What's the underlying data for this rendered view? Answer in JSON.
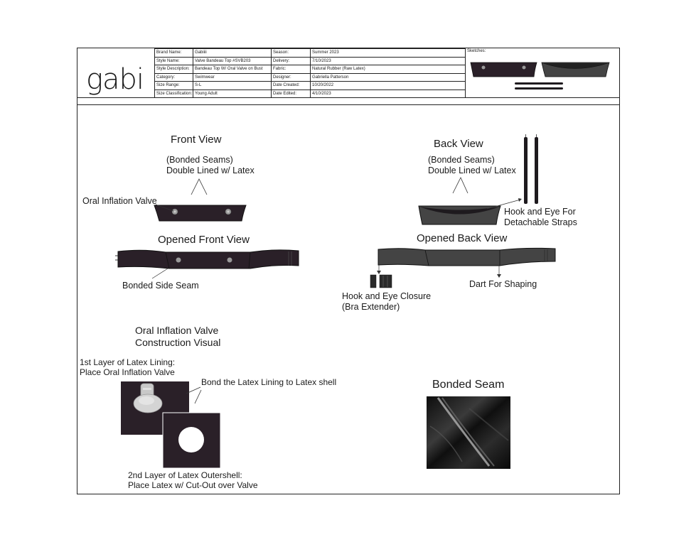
{
  "header": {
    "logo": "gabi",
    "sketches_label": "Sketches:",
    "spec_rows": [
      {
        "label1": "Brand Name:",
        "value1": "Gabiiii",
        "label2": "Season:",
        "value2": "Summer 2023"
      },
      {
        "label1": "Style Name:",
        "value1": "Valve Bandeau Top #SVB203",
        "label2": "Delivery:",
        "value2": "7/10/2023"
      },
      {
        "label1": "Style Description:",
        "value1": "Bandeau Top W/ Oral Valve on Bust",
        "label2": "Fabric:",
        "value2": "Natural Rubber (Raw Latex)"
      },
      {
        "label1": "Category:",
        "value1": "Swimwear",
        "label2": "Designer:",
        "value2": "Gabriella Patterson"
      },
      {
        "label1": "Size Range:",
        "value1": "S-L",
        "label2": "Date Created:",
        "value2": "10/20/2022"
      },
      {
        "label1": "Size Classification:",
        "value1": "Young Adult",
        "label2": "Date Edited:",
        "value2": "4/10/2023"
      }
    ]
  },
  "views": {
    "front_title": "Front View",
    "back_title": "Back View",
    "front_seams_line1": "(Bonded Seams)",
    "front_seams_line2": "Double Lined w/ Latex",
    "back_seams_line1": "(Bonded Seams)",
    "back_seams_line2": "Double Lined w/ Latex",
    "oral_inflation_valve": "Oral Inflation Valve",
    "hook_eye_straps_line1": "Hook and Eye For",
    "hook_eye_straps_line2": "Detachable Straps",
    "opened_front_title": "Opened Front View",
    "opened_back_title": "Opened Back View",
    "bonded_side_seam": "Bonded Side Seam",
    "hook_eye_closure_line1": "Hook and Eye Closure",
    "hook_eye_closure_line2": "(Bra Extender)",
    "dart_for_shaping": "Dart For Shaping"
  },
  "construction": {
    "title_line1": "Oral Inflation Valve",
    "title_line2": "Construction Visual",
    "layer1_line1": "1st Layer of Latex Lining:",
    "layer1_line2": "Place Oral Inflation Valve",
    "bond_note": "Bond the Latex Lining to Latex shell",
    "layer2_line1": "2nd Layer of Latex Outershell:",
    "layer2_line2": "Place Latex w/ Cut-Out over Valve",
    "bonded_seam_title": "Bonded Seam"
  },
  "colors": {
    "garment_front": "#2a2028",
    "garment_back": "#3f3f3f",
    "garment_dark": "#1e1a1e",
    "valve": "#9a9a9a"
  }
}
